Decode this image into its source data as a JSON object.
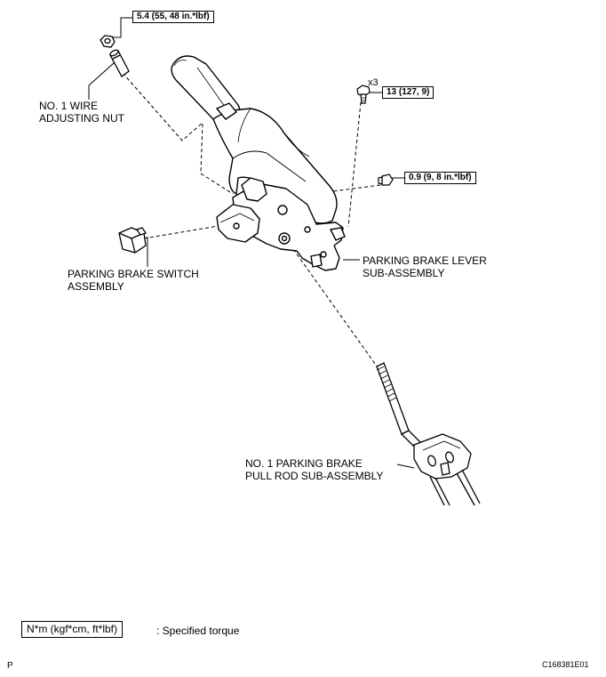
{
  "torque_labels": {
    "adjusting_nut": "5.4 (55, 48 in.*lbf)",
    "lever_bolt": "13 (127, 9)",
    "switch_screw": "0.9 (9, 8 in.*lbf)",
    "quantity": "x3"
  },
  "part_labels": {
    "wire_nut_line1": "NO. 1 WIRE",
    "wire_nut_line2": "ADJUSTING NUT",
    "switch_line1": "PARKING BRAKE SWITCH",
    "switch_line2": "ASSEMBLY",
    "lever_line1": "PARKING BRAKE LEVER",
    "lever_line2": "SUB-ASSEMBLY",
    "pull_rod_line1": "NO. 1 PARKING BRAKE",
    "pull_rod_line2": "PULL ROD SUB-ASSEMBLY"
  },
  "legend": {
    "box_text": "N*m (kgf*cm, ft*lbf)",
    "description": ": Specified torque"
  },
  "footer": {
    "left_mark": "P",
    "figure_code": "C168381E01"
  }
}
